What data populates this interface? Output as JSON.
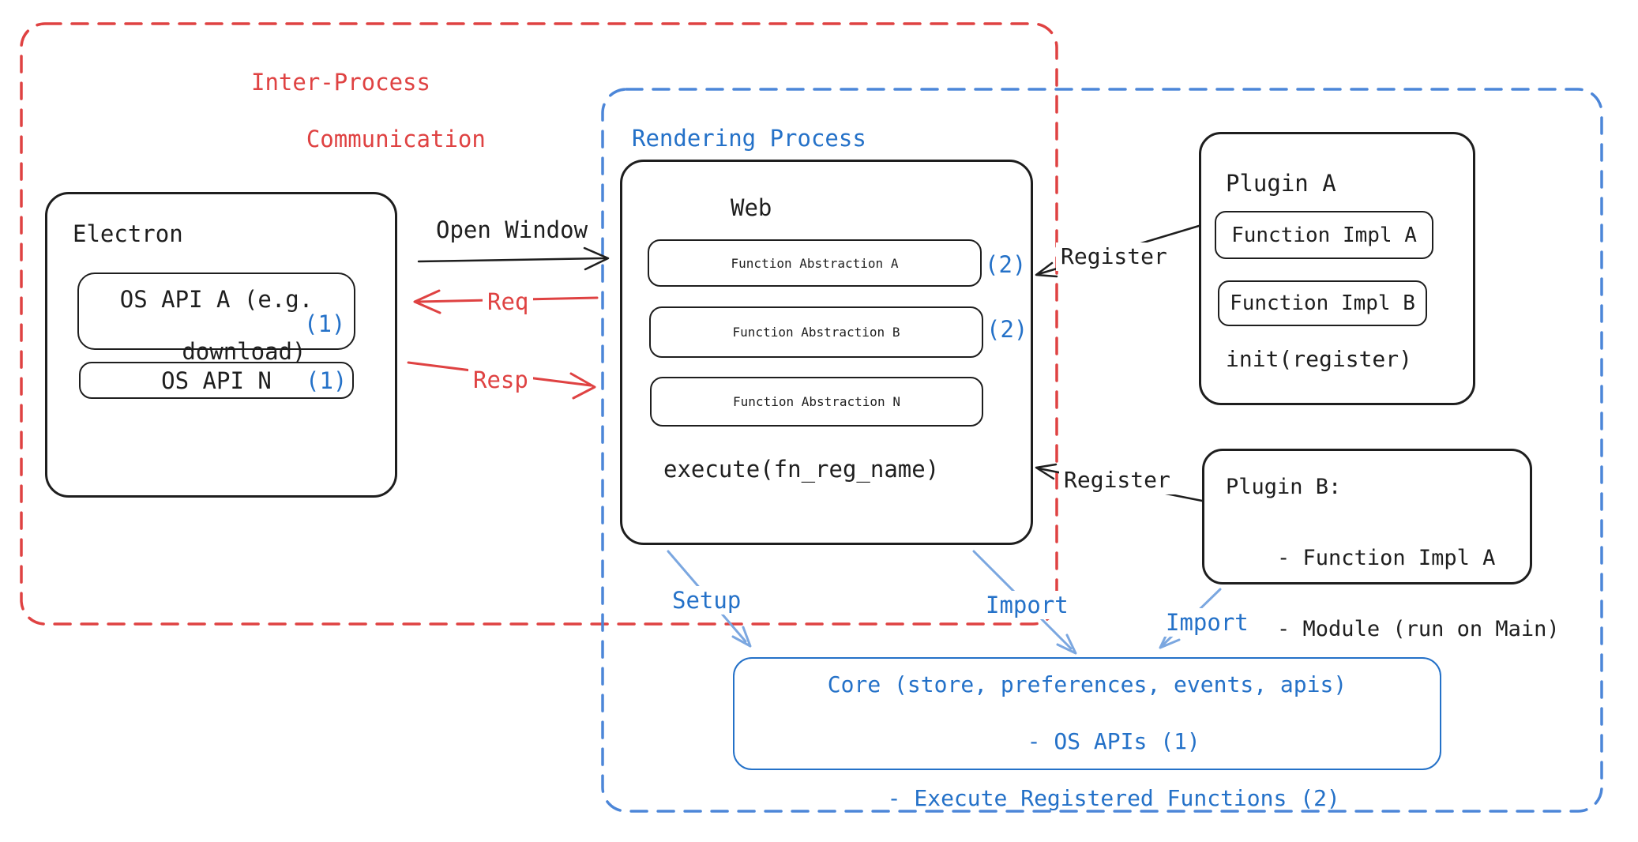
{
  "colors": {
    "black": "#1e1e1e",
    "red": "#df4242",
    "blue_text": "#2471c8",
    "blue_dash": "#4c86d8",
    "arrow_blue": "#7ba7e0"
  },
  "regions": {
    "ipc": {
      "line1": "Inter-Process",
      "line2": "Communication"
    },
    "rendering": {
      "label": "Rendering Process"
    }
  },
  "electron": {
    "title": "Electron",
    "os_api_a": {
      "line1": "OS API A (e.g.",
      "line2": "download)",
      "badge": "(1)"
    },
    "os_api_n": {
      "label": "OS API N",
      "badge": "(1)"
    }
  },
  "web": {
    "title": "Web",
    "fa_a": {
      "label": "Function Abstraction A",
      "badge": "(2)"
    },
    "fa_b": {
      "label": "Function Abstraction B",
      "badge": "(2)"
    },
    "fa_n": {
      "label": "Function Abstraction N"
    },
    "execute": "execute(fn_reg_name)"
  },
  "plugin_a": {
    "title": "Plugin A",
    "impl_a": "Function Impl A",
    "impl_b": "Function Impl B",
    "init": "init(register)"
  },
  "plugin_b": {
    "line1": "Plugin B:",
    "line2": "- Function Impl A",
    "line3": "- Module (run on Main)"
  },
  "core": {
    "line1": "Core (store, preferences, events, apis)",
    "line2": "- OS APIs (1)",
    "line3": "- Execute Registered Functions (2)"
  },
  "arrows": {
    "open_window": "Open Window",
    "req": "Req",
    "resp": "Resp",
    "register_a": "Register",
    "register_b": "Register",
    "setup": "Setup",
    "import_web": "Import",
    "import_plugin": "Import"
  }
}
